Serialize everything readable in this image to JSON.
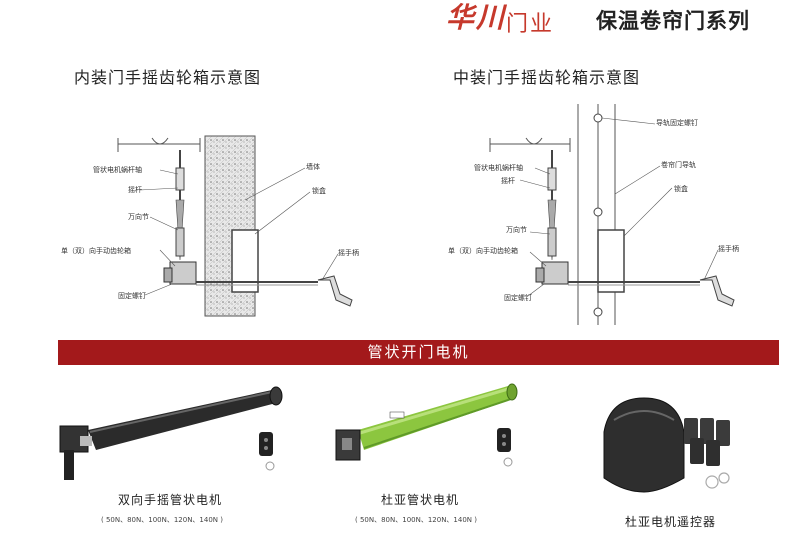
{
  "header": {
    "brand_mark": "华川",
    "brand_name": "门业",
    "series_title": "保温卷帘门系列"
  },
  "diagram_left": {
    "title": "内装门手摇齿轮箱示意图",
    "labels": {
      "motor_worm_shaft": "管状电机蜗杆轴",
      "rocker": "摇杆",
      "universal_joint": "万向节",
      "gearbox": "单（双）向手动齿轮箱",
      "fixing_screw": "固定螺钉",
      "wall": "墙体",
      "lock_box": "锁盒",
      "handle": "摇手柄"
    }
  },
  "diagram_right": {
    "title": "中装门手摇齿轮箱示意图",
    "labels": {
      "motor_worm_shaft": "管状电机蜗杆轴",
      "rocker": "摇杆",
      "universal_joint": "万向节",
      "gearbox": "单（双）向手动齿轮箱",
      "fixing_screw": "固定螺钉",
      "rail_fixing_screw": "导轨固定螺钉",
      "door_rail": "卷帘门导轨",
      "lock_box": "锁盒",
      "handle": "摇手柄"
    }
  },
  "section": {
    "title": "管状开门电机"
  },
  "products": [
    {
      "name": "双向手摇管状电机",
      "spec": "( 50N、80N、100N、120N、140N )"
    },
    {
      "name": "杜亚管状电机",
      "spec": "( 50N、80N、100N、120N、140N )"
    },
    {
      "name": "杜亚电机遥控器",
      "spec": ""
    }
  ],
  "colors": {
    "brand_red": "#c6392c",
    "section_bar": "#a3191b",
    "motor_dark": "#2b2b2b",
    "motor_green": "#8cc63f"
  }
}
